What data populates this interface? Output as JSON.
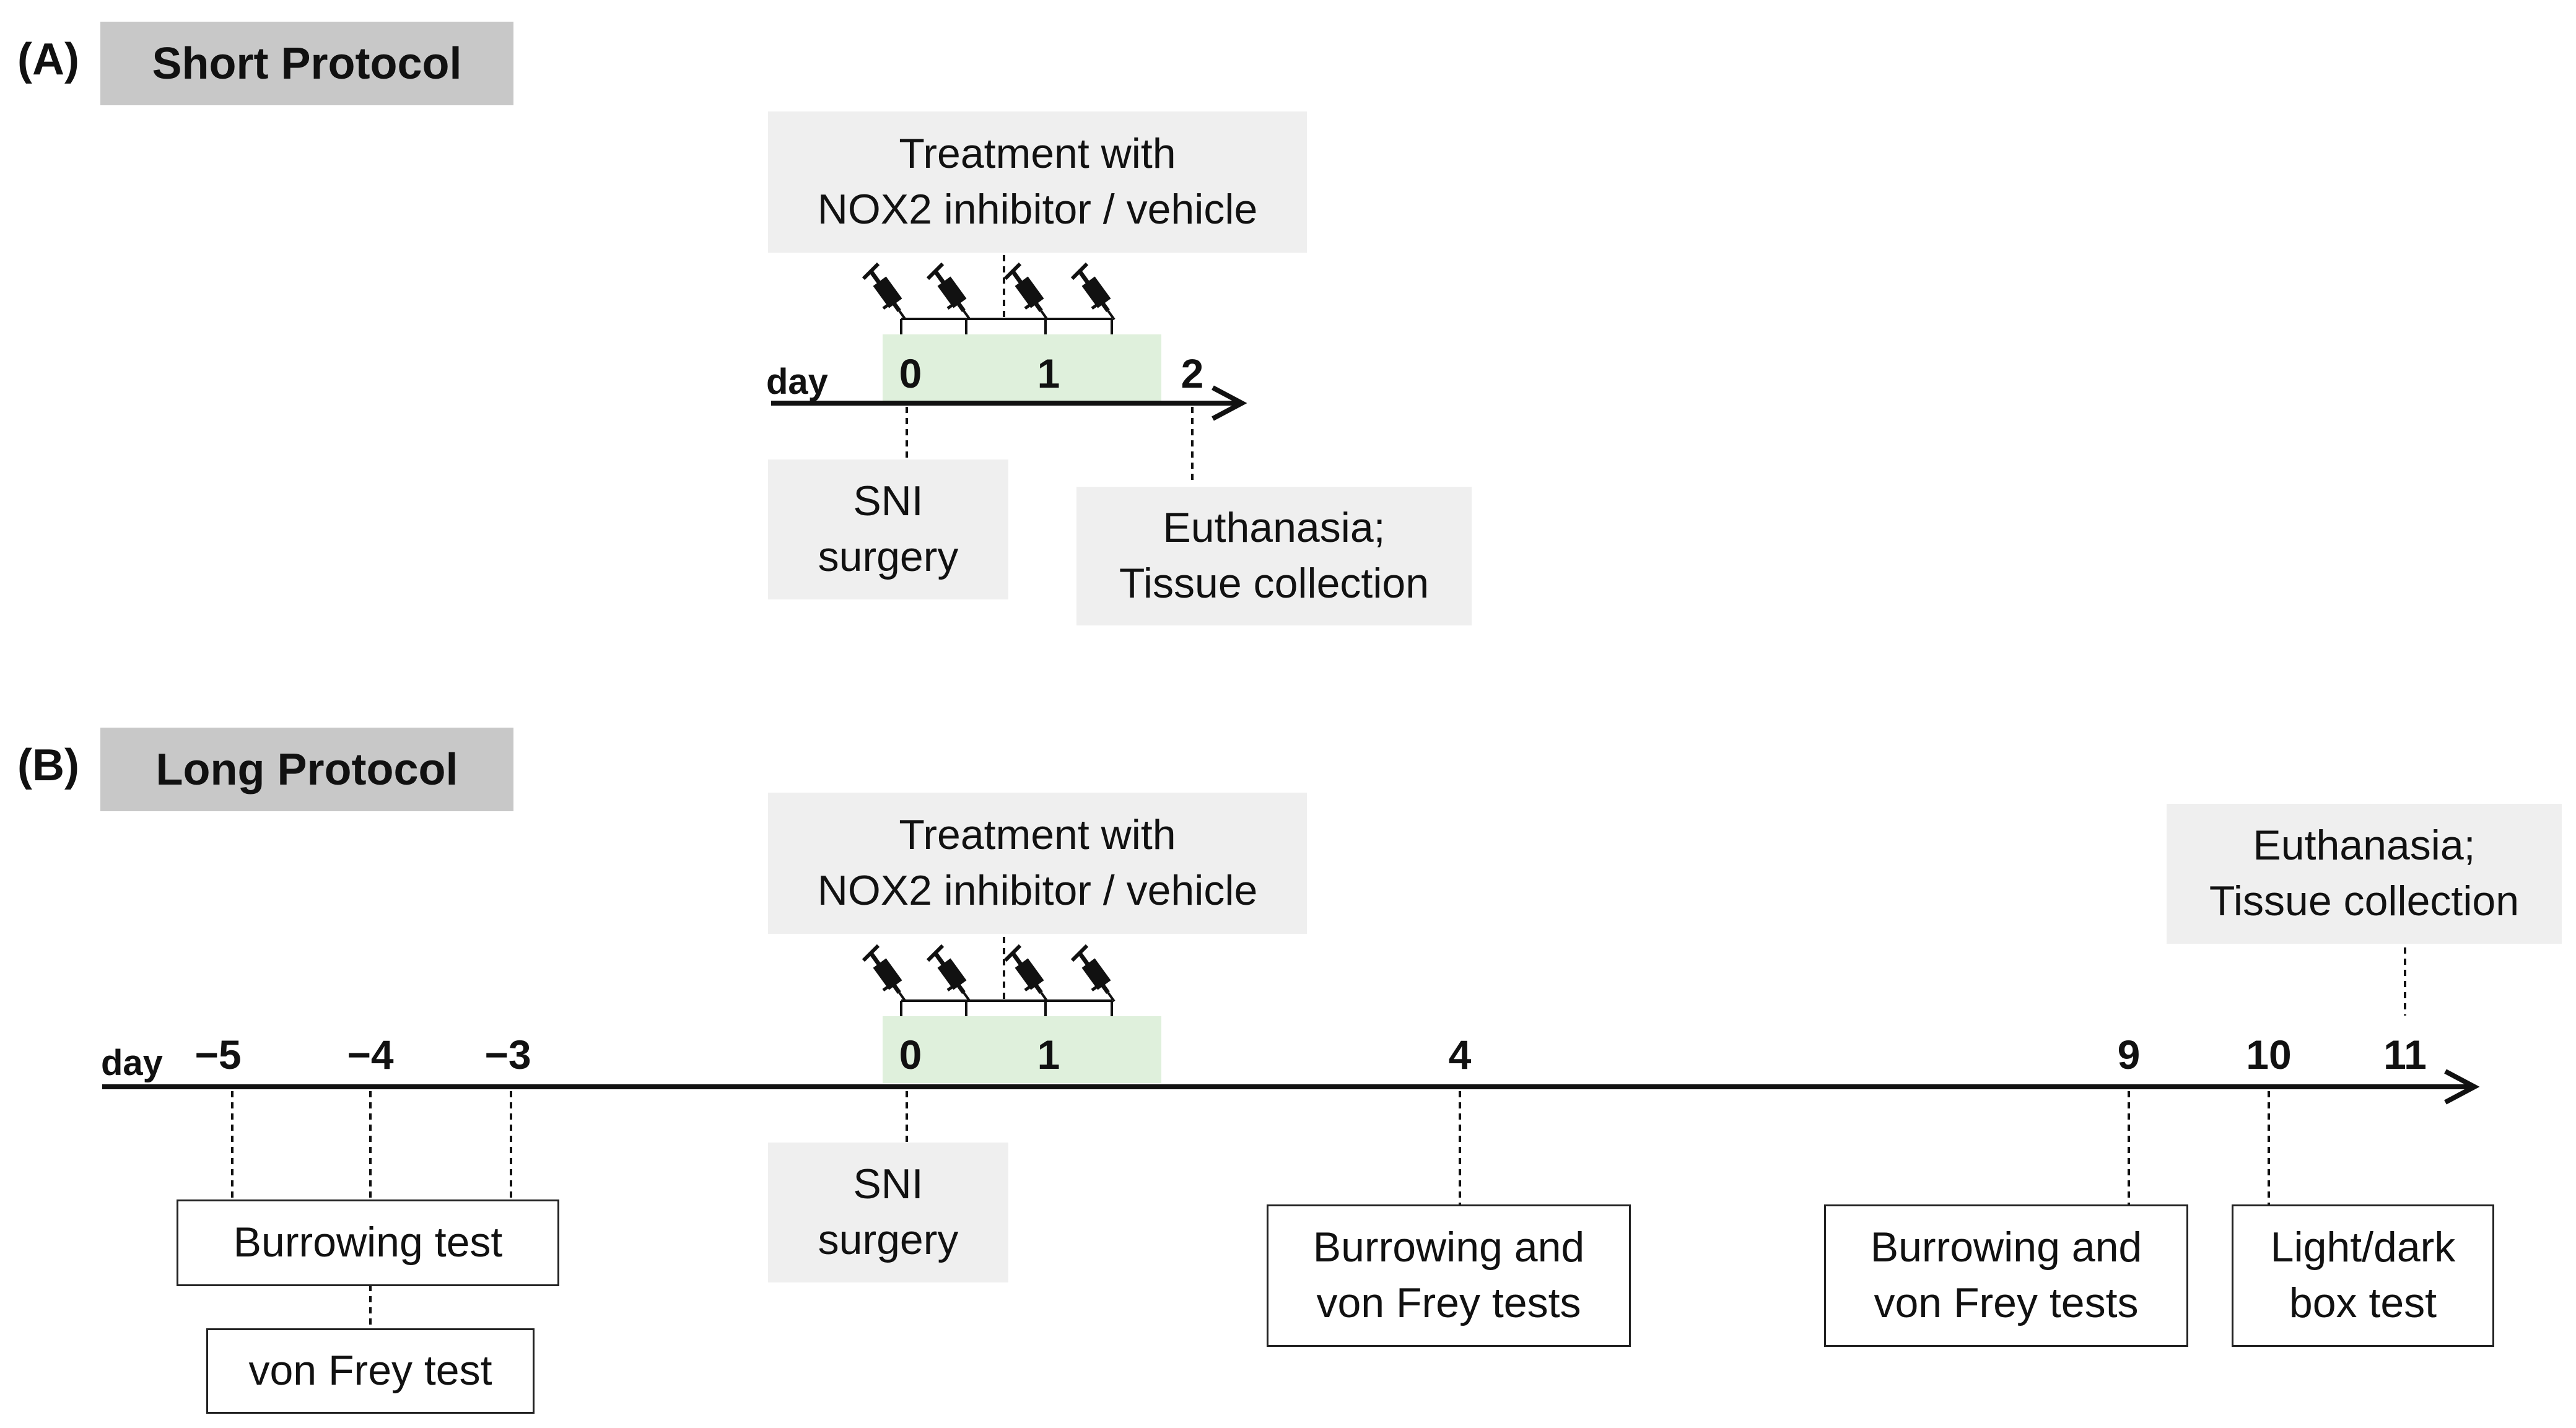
{
  "panel_a": {
    "letter": "(A)",
    "title": "Short Protocol",
    "treatment_label": "Treatment with\nNOX2 inhibitor / vehicle",
    "axis_word": "day",
    "days": [
      "0",
      "1",
      "2"
    ],
    "surgery_label": "SNI\nsurgery",
    "euthanasia_label": "Euthanasia;\nTissue collection"
  },
  "panel_b": {
    "letter": "(B)",
    "title": "Long Protocol",
    "treatment_label": "Treatment with\nNOX2 inhibitor / vehicle",
    "euthanasia_label": "Euthanasia;\nTissue collection",
    "axis_word": "day",
    "days": [
      "−5",
      "−4",
      "−3",
      "0",
      "1",
      "4",
      "9",
      "10",
      "11"
    ],
    "surgery_label": "SNI\nsurgery",
    "burrowing_label": "Burrowing test",
    "vonfrey_label": "von Frey test",
    "day4_label": "Burrowing and\nvon Frey tests",
    "day9_label": "Burrowing and\nvon Frey tests",
    "day10_label": "Light/dark\nbox test"
  },
  "colors": {
    "treatment_band": "#dff0dc",
    "label_box_gray": "#efefef",
    "protocol_header": "#c8c8c8",
    "axis": "#111111"
  },
  "icons": [
    "syringe-icon"
  ]
}
